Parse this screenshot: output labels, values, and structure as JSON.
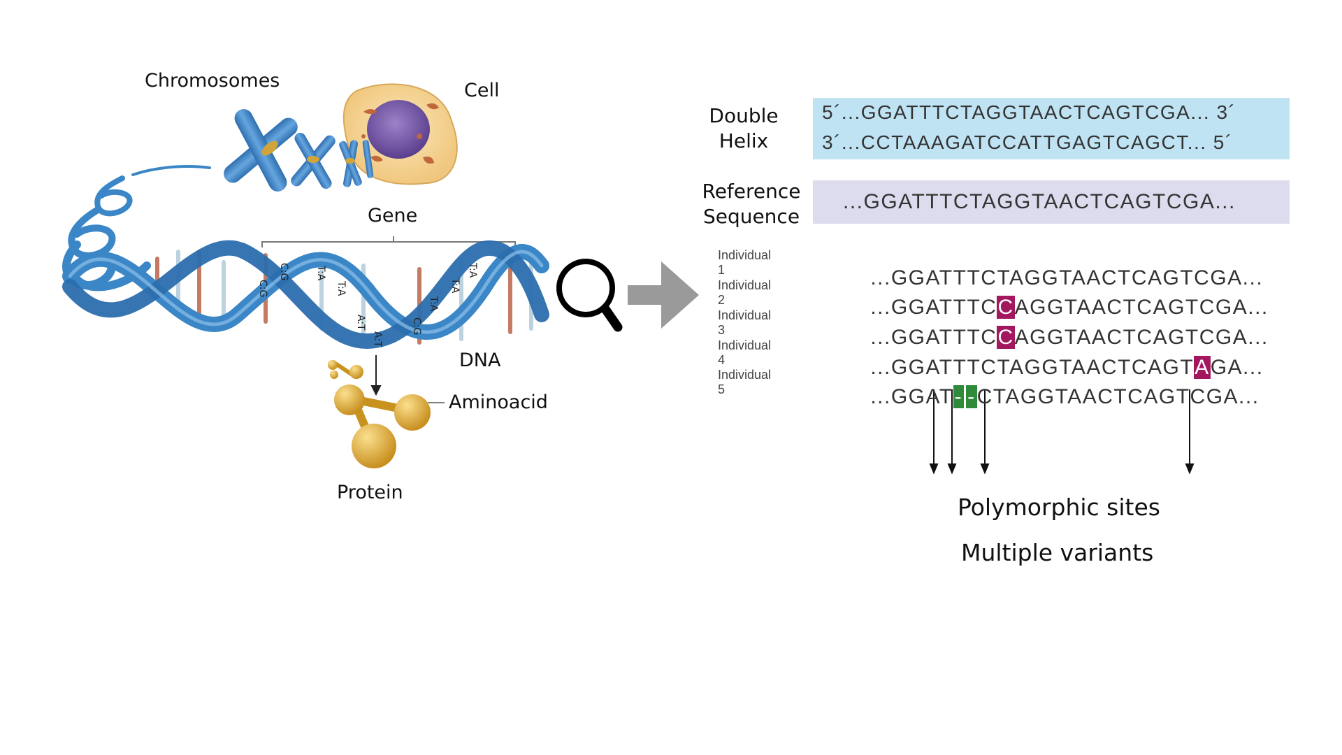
{
  "left": {
    "labels": {
      "chromosomes": "Chromosomes",
      "cell": "Cell",
      "gene": "Gene",
      "dna": "DNA",
      "aminoacid": "Aminoacid",
      "protein": "Protein"
    },
    "base_pairs": [
      "C:G",
      "C:G",
      "T:A",
      "T:A",
      "A:T",
      "A:T",
      "C:G",
      "T:A",
      "T:A",
      "T:A"
    ]
  },
  "right": {
    "double_helix": {
      "label_line1": "Double",
      "label_line2": "Helix",
      "strand_top": "5´...GGATTTCTAGGTAACTCAGTCGA... 3´",
      "strand_bottom": "3´...CCTAAAGATCCATTGAGTCAGCT... 5´"
    },
    "reference": {
      "label_line1": "Reference",
      "label_line2": "Sequence",
      "sequence": "...GGATTTCTAGGTAACTCAGTCGA..."
    },
    "individuals": [
      {
        "label": "Individual 1",
        "pre": "...GGATTTCTAGGTAACTCAGTCGA...",
        "hl": "",
        "post": "",
        "hl2": "",
        "post2": ""
      },
      {
        "label": "Individual 2",
        "pre": "...GGATTTC",
        "hl": "C",
        "post": "AGGTAACTCAGTCGA...",
        "hl2": "",
        "post2": ""
      },
      {
        "label": "Individual 3",
        "pre": "...GGATTTC",
        "hl": "C",
        "post": "AGGTAACTCAGTCGA...",
        "hl2": "",
        "post2": ""
      },
      {
        "label": "Individual 4",
        "pre": "...GGATTTCTAGGTAACTCAGT",
        "hl": "A",
        "post": "GA...",
        "hl2": "",
        "post2": ""
      },
      {
        "label": "Individual 5",
        "pre": "...GGAT",
        "hl": "-",
        "post": "",
        "hl2": "-",
        "post2": "CTAGGTAACTCAGTCGA..."
      }
    ],
    "captions": {
      "polymorphic": "Polymorphic sites",
      "variants": "Multiple variants"
    }
  },
  "colors": {
    "helix_box": "#bfe3f3",
    "reference_box": "#dcdcee",
    "dna_blue": "#3a86c6",
    "highlight_magenta": "#a3175e",
    "highlight_green": "#2f8a3a",
    "arrow_gray": "#9a9a9a",
    "gold": "#d9a53a"
  }
}
